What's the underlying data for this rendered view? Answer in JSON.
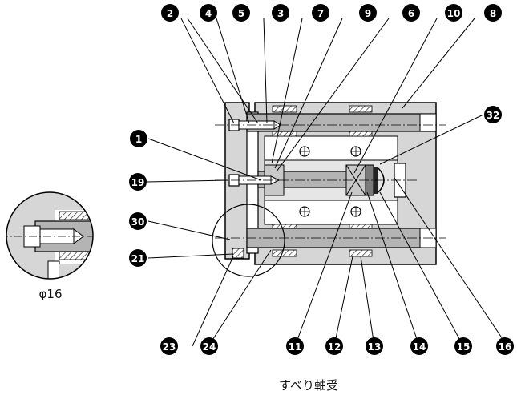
{
  "callouts": [
    "1",
    "2",
    "3",
    "4",
    "5",
    "6",
    "7",
    "8",
    "9",
    "10",
    "11",
    "12",
    "13",
    "14",
    "15",
    "16",
    "19",
    "21",
    "23",
    "24",
    "30",
    "32"
  ],
  "detail_caption": "φ16",
  "figure_caption": "すべり軸受",
  "colors": {
    "ink": "#000000",
    "body_gray": "#d4d4d4",
    "rod_gray": "#b3b3b3",
    "hatch": "#444444",
    "background": "#ffffff"
  }
}
